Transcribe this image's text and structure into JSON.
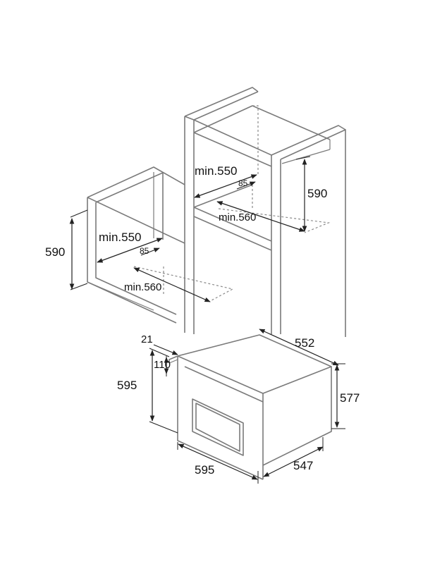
{
  "labels": {
    "left_niche_height": "590",
    "left_niche_width": "min.550",
    "left_niche_vent": "85",
    "left_niche_depth": "min.560",
    "column_niche_width": "min.550",
    "column_niche_vent": "85",
    "column_niche_height": "590",
    "column_niche_depth": "min.560",
    "oven_front_width": "595",
    "oven_front_height": "595",
    "oven_panel_top": "110",
    "oven_panel_thickness": "21",
    "oven_body_depth": "552",
    "oven_body_height": "577",
    "oven_total_depth": "547"
  },
  "colors": {
    "outline": "#7a7a7a",
    "dimension": "#222222"
  }
}
